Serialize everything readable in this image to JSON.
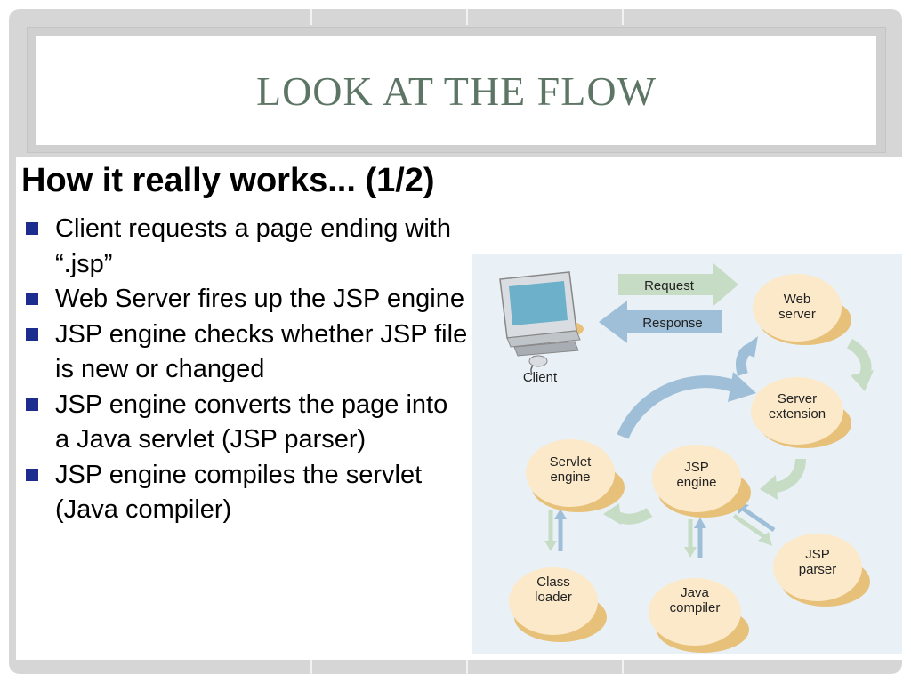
{
  "slide": {
    "title": "LOOK AT THE FLOW",
    "heading": "How it really works... (1/2)",
    "bullets": [
      "Client requests a page ending with “.jsp”",
      "Web Server fires up the JSP engine",
      "JSP engine checks whether JSP file is new or changed",
      "JSP engine  converts the page into a Java servlet (JSP parser)",
      "JSP engine compiles the servlet (Java compiler)"
    ]
  },
  "diagram": {
    "client_label": "Client",
    "request_label": "Request",
    "response_label": "Response",
    "nodes": {
      "web_server": [
        "Web",
        "server"
      ],
      "server_extension": [
        "Server",
        "extension"
      ],
      "servlet_engine": [
        "Servlet",
        "engine"
      ],
      "jsp_engine": [
        "JSP",
        "engine"
      ],
      "jsp_parser": [
        "JSP",
        "parser"
      ],
      "class_loader": [
        "Class",
        "loader"
      ],
      "java_compiler": [
        "Java",
        "compiler"
      ]
    },
    "colors": {
      "node_fill": "#fbe9c9",
      "node_shadow": "#e7c17a",
      "arrow_green": "#c6dcc4",
      "arrow_blue": "#9fbfd8",
      "bullet": "#1c2d8f",
      "title": "#5d7565"
    }
  }
}
